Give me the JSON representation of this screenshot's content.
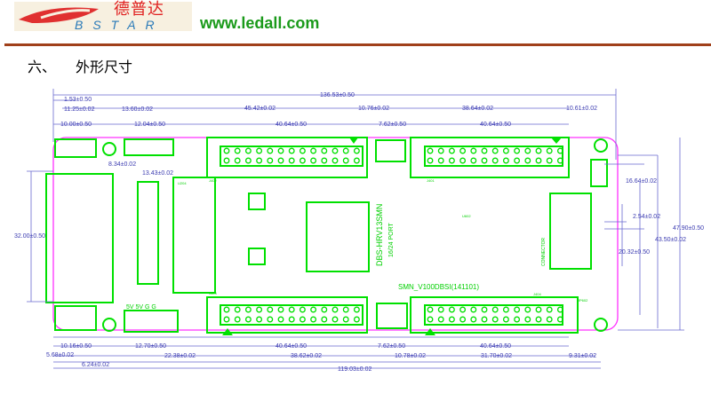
{
  "header": {
    "logo_cn": "德普达",
    "logo_en": "BSTAR",
    "url": "www.ledall.com"
  },
  "section": {
    "number": "六、",
    "title": "外形尺寸"
  },
  "board": {
    "silk_model": "DBS-HRV13SMN",
    "silk_port": "16/24 PORT",
    "silk_version": "SMN_V100DBSI(141101)",
    "designators": {
      "j402": "J402",
      "j401": "J401",
      "j403": "J403",
      "j404": "J404",
      "u204": "U204",
      "jp602": "JP602",
      "u602": "U602",
      "connector": "CONNECTOR"
    },
    "bottom_silk": "5V 5V G G"
  },
  "dims": {
    "overall_width": "136.53±0.50",
    "d1_53": "1.53±0.50",
    "d11_25": "11.25±0.02",
    "d13_60": "13.60±0.02",
    "d45_42": "45.42±0.02",
    "d10_76": "10.76±0.02",
    "d38_64": "38.64±0.02",
    "d10_61": "10.61±0.02",
    "d10_00": "10.00±0.50",
    "d12_04": "12.04±0.50",
    "d40_64_a": "40.64±0.50",
    "d7_62_a": "7.62±0.50",
    "d40_64_b": "40.64±0.50",
    "d8_34": "8.34±0.02",
    "d13_43": "13.43±0.02",
    "height_left": "32.00±0.50",
    "d16_64": "16.64±0.02",
    "d2_54": "2.54±0.02",
    "d47_90": "47.90±0.50",
    "d43_50": "43.50±0.02",
    "d20_32": "20.32±0.50",
    "d10_16": "10.16±0.50",
    "d12_70": "12.70±0.50",
    "d40_64_c": "40.64±0.50",
    "d7_62_b": "7.62±0.50",
    "d40_64_d": "40.64±0.50",
    "d5_68": "5.68±0.02",
    "d22_38": "22.38±0.02",
    "d38_62": "38.62±0.02",
    "d10_78": "10.78±0.02",
    "d31_70": "31.70±0.02",
    "d9_31": "9.31±0.02",
    "d6_24": "6.24±0.02",
    "d119_03": "119.03±0.02"
  }
}
